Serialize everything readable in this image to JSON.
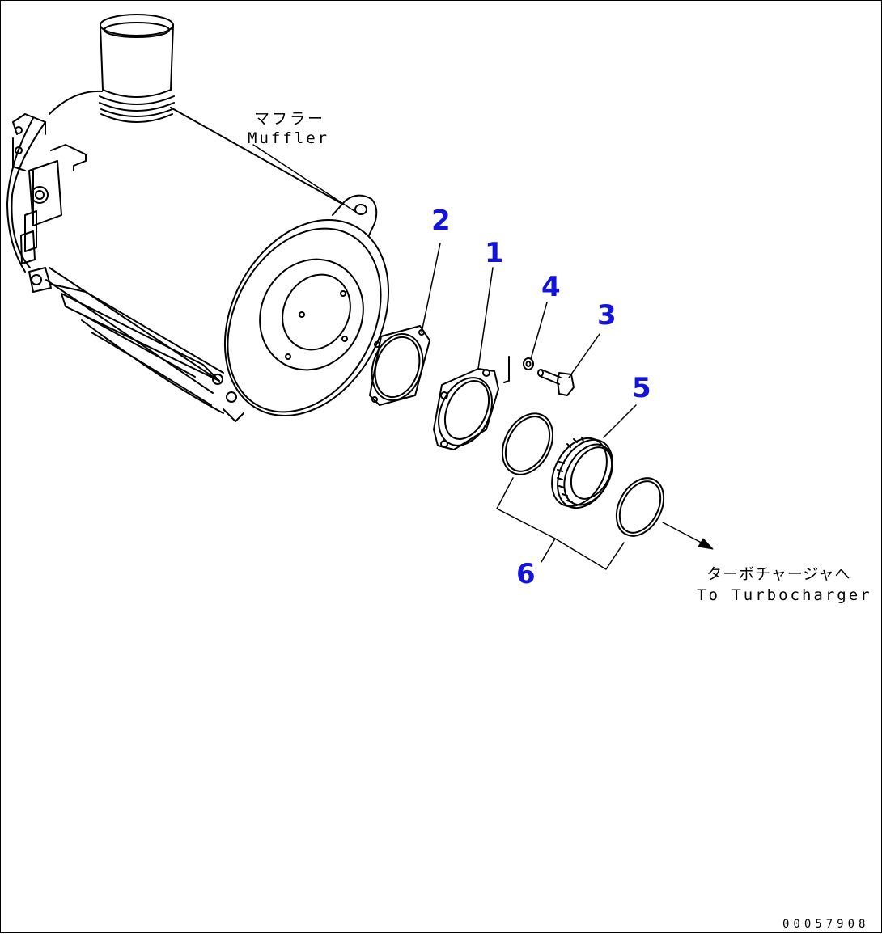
{
  "labels": {
    "muffler_jp": "マフラー",
    "muffler_en": "Muffler",
    "turbo_jp": "ターボチャージャへ",
    "turbo_en": "To Turbocharger"
  },
  "callouts": [
    "1",
    "2",
    "3",
    "4",
    "5",
    "6"
  ],
  "drawing_id": "00057908",
  "colors": {
    "callout": "#1414d8",
    "line": "#000000",
    "background": "#ffffff"
  }
}
